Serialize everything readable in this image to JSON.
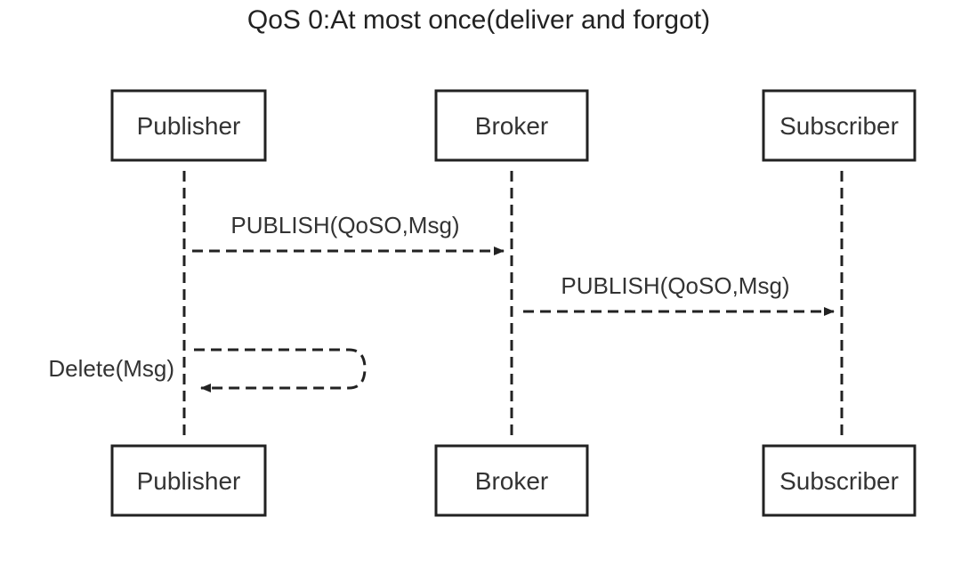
{
  "title": "QoS 0:At most once(deliver and forgot)",
  "participants": {
    "top": [
      "Publisher",
      "Broker",
      "Subscriber"
    ],
    "bottom": [
      "Publisher",
      "Broker",
      "Subscriber"
    ]
  },
  "messages": [
    {
      "label": "PUBLISH(QoSO,Msg)",
      "from": "Publisher",
      "to": "Broker"
    },
    {
      "label": "PUBLISH(QoSO,Msg)",
      "from": "Broker",
      "to": "Subscriber"
    },
    {
      "label": "Delete(Msg)",
      "from": "Publisher",
      "to": "Publisher"
    }
  ],
  "colors": {
    "line": "#222222",
    "text": "#333333",
    "background": "#ffffff"
  }
}
